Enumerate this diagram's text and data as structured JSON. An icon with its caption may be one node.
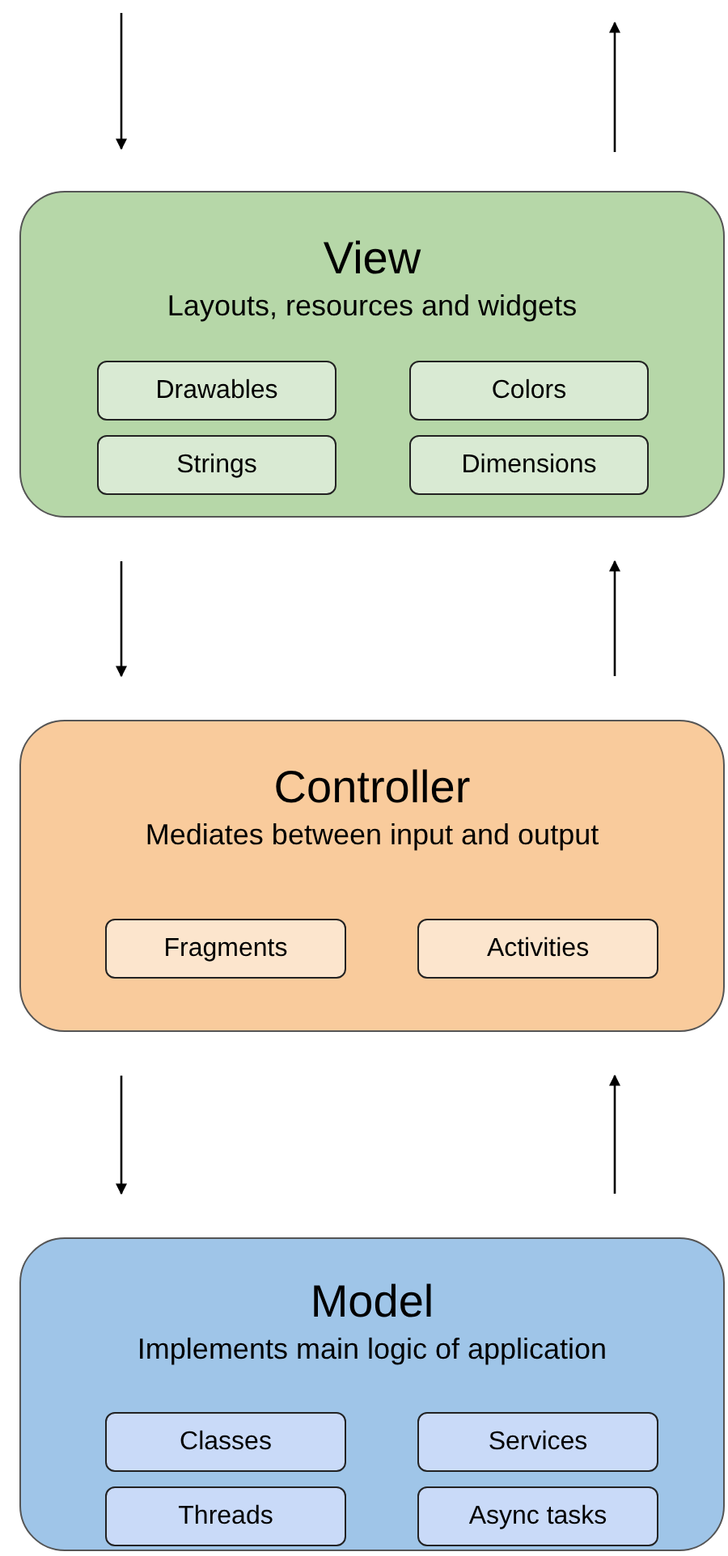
{
  "diagram": {
    "nodes": [
      {
        "text": [
          "View",
          "Layouts, resources and widgets"
        ]
      },
      {
        "text": [
          "Drawables"
        ],
        "in": 0
      },
      {
        "text": [
          "Colors"
        ],
        "in": 0
      },
      {
        "text": [
          "Strings"
        ],
        "in": 0
      },
      {
        "text": [
          "Dimensions"
        ],
        "in": 0
      },
      {
        "text": [
          "Controller",
          "Mediates between input and output"
        ]
      },
      {
        "text": [
          "Fragments"
        ],
        "in": 5
      },
      {
        "text": [
          "Activities"
        ],
        "in": 5
      },
      {
        "text": [
          "Model",
          "Implements main logic of application"
        ]
      },
      {
        "text": [
          "Classes"
        ],
        "in": 8
      },
      {
        "text": [
          "Services"
        ],
        "in": 8
      },
      {
        "text": [
          "Threads"
        ],
        "in": 8
      },
      {
        "text": [
          "Async tasks"
        ],
        "in": 8
      }
    ],
    "edges": [
      {
        "from": null,
        "to": 0,
        "arrow": "to"
      },
      {
        "from": 0,
        "to": null,
        "arrow": "to"
      },
      {
        "from": 0,
        "to": 5,
        "arrow": "to"
      },
      {
        "from": 5,
        "to": 0,
        "arrow": "to"
      },
      {
        "from": 5,
        "to": 8,
        "arrow": "to"
      },
      {
        "from": 8,
        "to": 5,
        "arrow": "to"
      }
    ]
  }
}
